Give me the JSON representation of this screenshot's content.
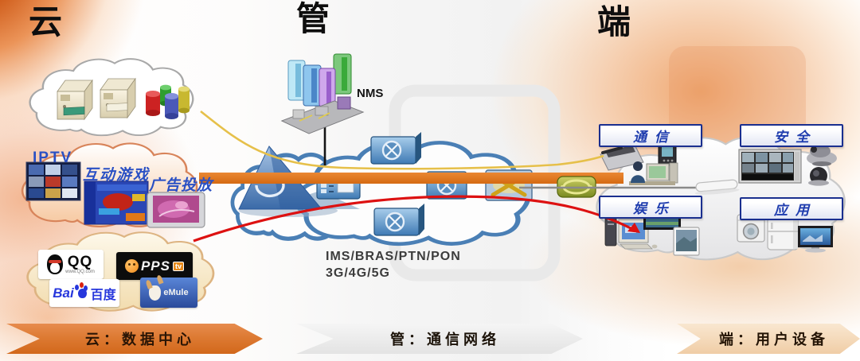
{
  "titles": {
    "cloud": "云",
    "pipe": "管",
    "terminal": "端"
  },
  "network": {
    "nms_label": "NMS",
    "tech_line1": "IMS/BRAS/PTN/PON",
    "tech_line2": "3G/4G/5G"
  },
  "cloud_section": {
    "iptv": "IPTV",
    "interactive_games": "互动游戏",
    "ad_placement": "广告投放",
    "logos": {
      "qq": "QQ",
      "qq_sub": "www.QQ.com",
      "pps": "PPS",
      "pps_tv": "tv",
      "baidu_latin": "Bai",
      "baidu_cn": "百度",
      "emule": "eMule"
    }
  },
  "terminal_section": {
    "categories": [
      {
        "label": "通信"
      },
      {
        "label": "安全"
      },
      {
        "label": "娱乐"
      },
      {
        "label": "应用"
      }
    ]
  },
  "banners": [
    {
      "label": "云：数据中心",
      "fill": "#dd7a33"
    },
    {
      "label": "管：通信网络",
      "fill": "#ededed"
    },
    {
      "label": "端：用户设备",
      "fill": "#f2d2ac"
    }
  ],
  "colors": {
    "backbone_bar": "#e0761e",
    "fiber_line": "#e6c04a",
    "content_line": "#dd1111",
    "access_line": "#8a8a8a",
    "network_cloud_stroke": "#4a7fb5",
    "category_box_border": "#1a2f8f",
    "category_text": "#1e3cae",
    "title_color": "#0e0e0e"
  }
}
